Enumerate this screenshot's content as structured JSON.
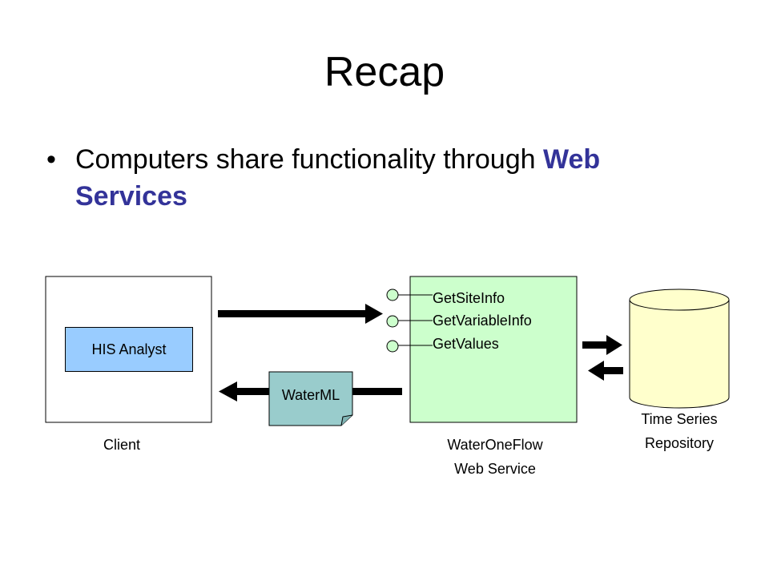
{
  "slide": {
    "title": "Recap",
    "bullet": {
      "text": "Computers share functionality through ",
      "emphasis": "Web Services",
      "emphasis_color": "#333399"
    }
  },
  "diagram": {
    "client": {
      "inner_label": "HIS Analyst",
      "caption": "Client",
      "inner_fill": "#99ccff"
    },
    "web_service": {
      "methods": [
        "GetSiteInfo",
        "GetVariableInfo",
        "GetValues"
      ],
      "caption_line1": "WaterOneFlow",
      "caption_line2": "Web Service",
      "fill": "#ccffcc"
    },
    "message": {
      "label": "WaterML",
      "fill": "#99cccc"
    },
    "repository": {
      "caption_line1": "Time Series",
      "caption_line2": "Repository",
      "fill": "#ffffcc"
    }
  }
}
